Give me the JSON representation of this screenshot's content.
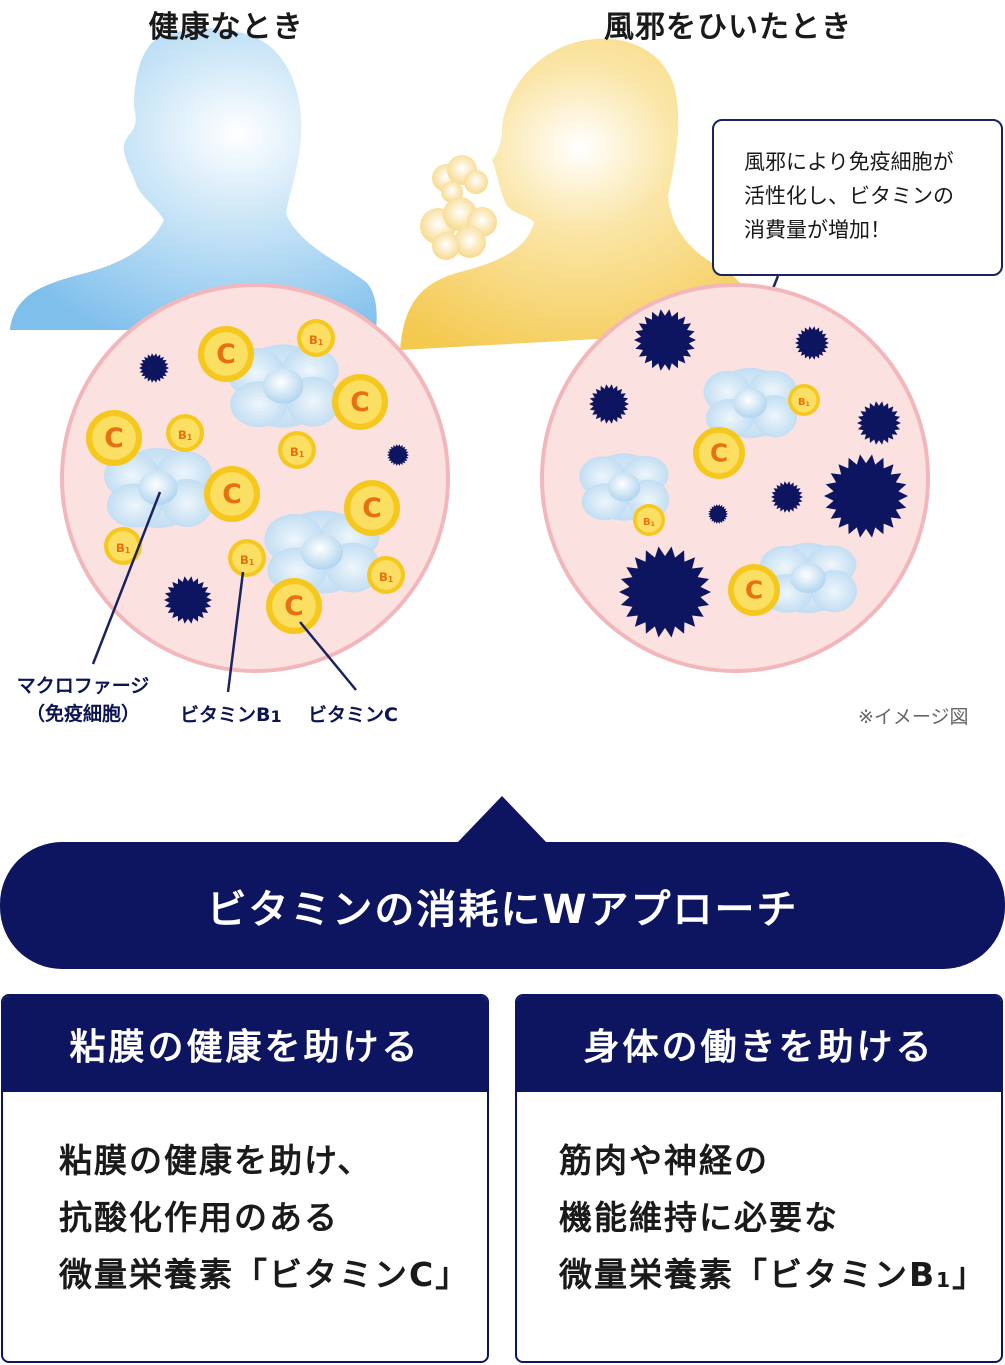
{
  "headings": {
    "healthy": "健康なとき",
    "cold": "風邪をひいたとき"
  },
  "callout": {
    "lines": [
      "風邪により免疫細胞が",
      "活性化し、ビタミンの",
      "消費量が増加！"
    ]
  },
  "labels": {
    "macrophage_line1": "マクロファージ",
    "macrophage_line2": "（免疫細胞）",
    "vitamin_b1": "ビタミンB",
    "vitamin_b1_sub": "1",
    "vitamin_c": "ビタミンC"
  },
  "circle_marks": {
    "c": "C",
    "b": "B",
    "b_sub": "1"
  },
  "note": "※イメージ図",
  "banner": "ビタミンの消耗にWアプローチ",
  "cards": [
    {
      "title": "粘膜の健康を助ける",
      "lines": [
        "粘膜の健康を助け、",
        "抗酸化作用のある",
        "微量栄養素「ビタミンC」"
      ]
    },
    {
      "title": "身体の働きを助ける",
      "lines": [
        "筋肉や神経の",
        "機能維持に必要な",
        "微量栄養素「ビタミンB"
      ],
      "line3_sub": "1",
      "line3_end": "」"
    }
  ],
  "colors": {
    "navy": "#0e1560",
    "healthy_silhouette": "#8cc8ee",
    "cold_silhouette": "#f5cf5a",
    "circle_fill": "#fbe2e0",
    "circle_border": "#f3b7bb",
    "vitamin_fill": "#f6c81d",
    "vitamin_text": "#e8700f",
    "cell_fill": "#d4e8f7"
  },
  "icons": [
    "person-silhouette-icon",
    "cough-cloud-icon",
    "virus-icon",
    "macrophage-cell-icon",
    "vitamin-c-bubble-icon",
    "vitamin-b1-bubble-icon"
  ]
}
